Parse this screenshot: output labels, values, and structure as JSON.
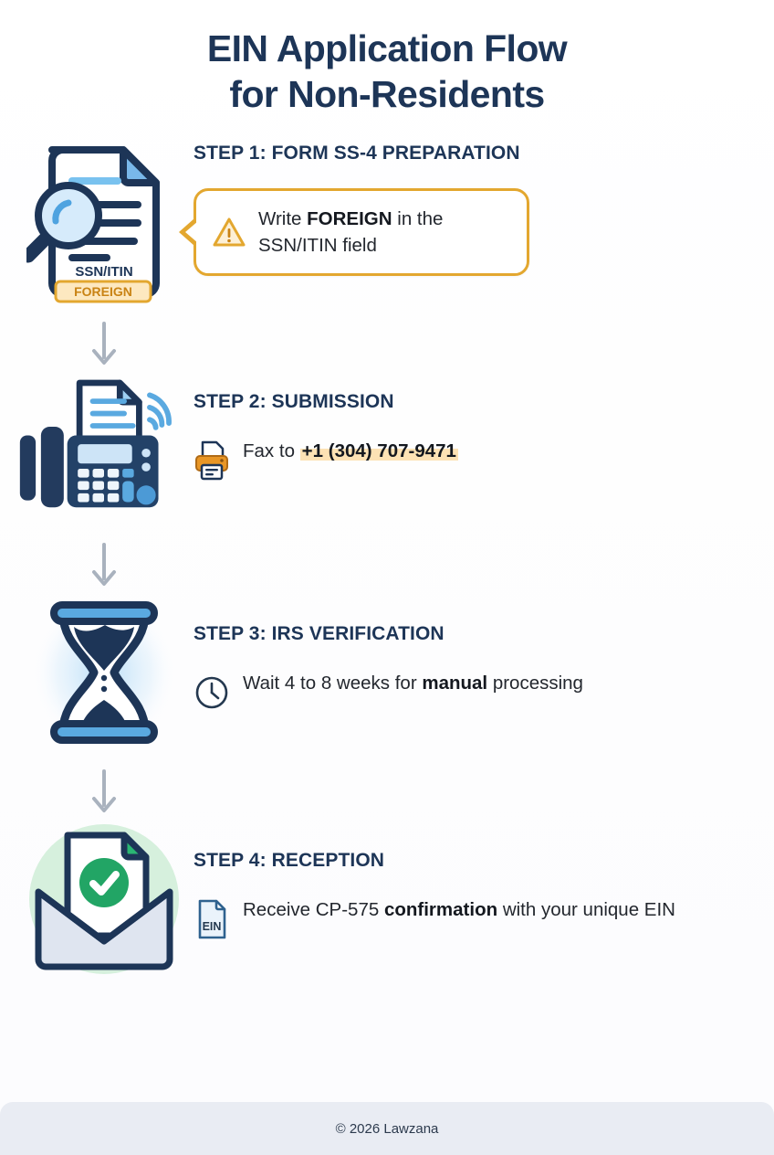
{
  "title": {
    "line1": "EIN Application Flow",
    "line2": "for Non-Residents"
  },
  "steps": [
    {
      "heading": "STEP 1: FORM SS-4 PREPARATION",
      "icon": "document-magnifier-icon",
      "doc_label": "SSN/ITIN",
      "doc_badge": "FOREIGN",
      "callout": {
        "icon": "warning-triangle-icon",
        "pre": "Write ",
        "bold": "FOREIGN",
        "post": " in the SSN/ITIN field"
      }
    },
    {
      "heading": "STEP 2: SUBMISSION",
      "icon": "fax-machine-icon",
      "detail": {
        "icon": "printer-icon",
        "pre": "Fax to ",
        "highlight": "+1 (304) 707-9471",
        "post": ""
      }
    },
    {
      "heading": "STEP 3: IRS VERIFICATION",
      "icon": "hourglass-icon",
      "detail": {
        "icon": "clock-icon",
        "pre": "Wait 4 to 8 weeks for ",
        "bold": "manual",
        "post": " processing"
      }
    },
    {
      "heading": "STEP 4: RECEPTION",
      "icon": "envelope-check-icon",
      "detail": {
        "icon": "ein-document-icon",
        "icon_label": "EIN",
        "pre": "Receive CP-575 ",
        "bold": "confirmation",
        "post": " with your unique EIN"
      }
    }
  ],
  "footer": {
    "copyright": "© 2026 Lawzana"
  },
  "colors": {
    "navy": "#1d3557",
    "amber": "#e3a72f",
    "highlight": "#fde2b4",
    "green": "#22a565",
    "blue": "#4ea3e0",
    "arrow_gray": "#a9b2be",
    "footer_bg": "#e9ecf3"
  }
}
